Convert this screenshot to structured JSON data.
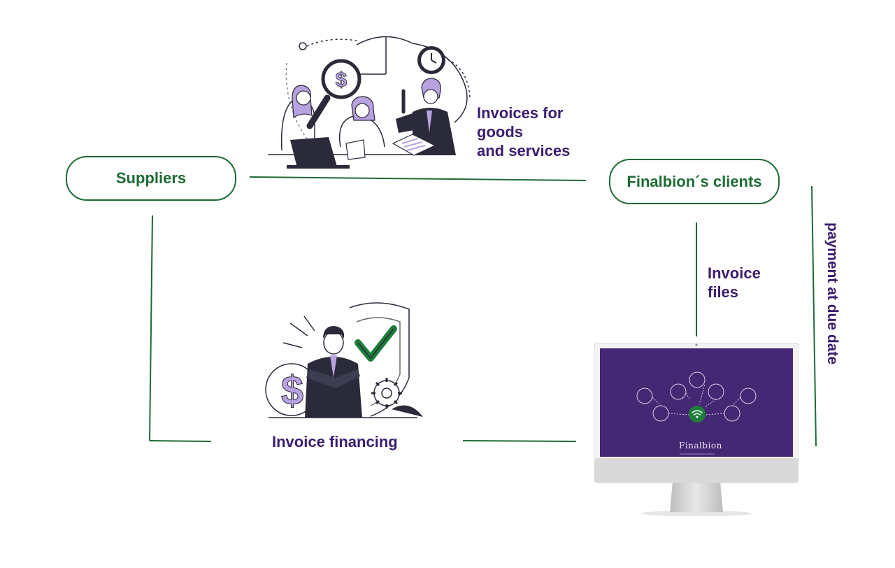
{
  "nodes": {
    "suppliers": "Suppliers",
    "clients": "Finalbion´s clients"
  },
  "edges": {
    "invoices_goods": [
      "Invoices for",
      "goods",
      "and services"
    ],
    "invoice_files": [
      "Invoice",
      "files"
    ],
    "payment": "payment at due date",
    "invoice_financing": "Invoice financing"
  },
  "monitor": {
    "brand": "Finalbion"
  },
  "illustrations": {
    "top": [
      "magnifier-dollar-icon",
      "clock-icon",
      "laptop-icon",
      "document-icon"
    ],
    "middle": [
      "dollar-coin-icon",
      "shield-check-icon",
      "gear-icon"
    ]
  },
  "colors": {
    "green": "#1e6b34",
    "purple": "#3b1d6e",
    "screen": "#452873",
    "accent": "#b9a2e0"
  }
}
